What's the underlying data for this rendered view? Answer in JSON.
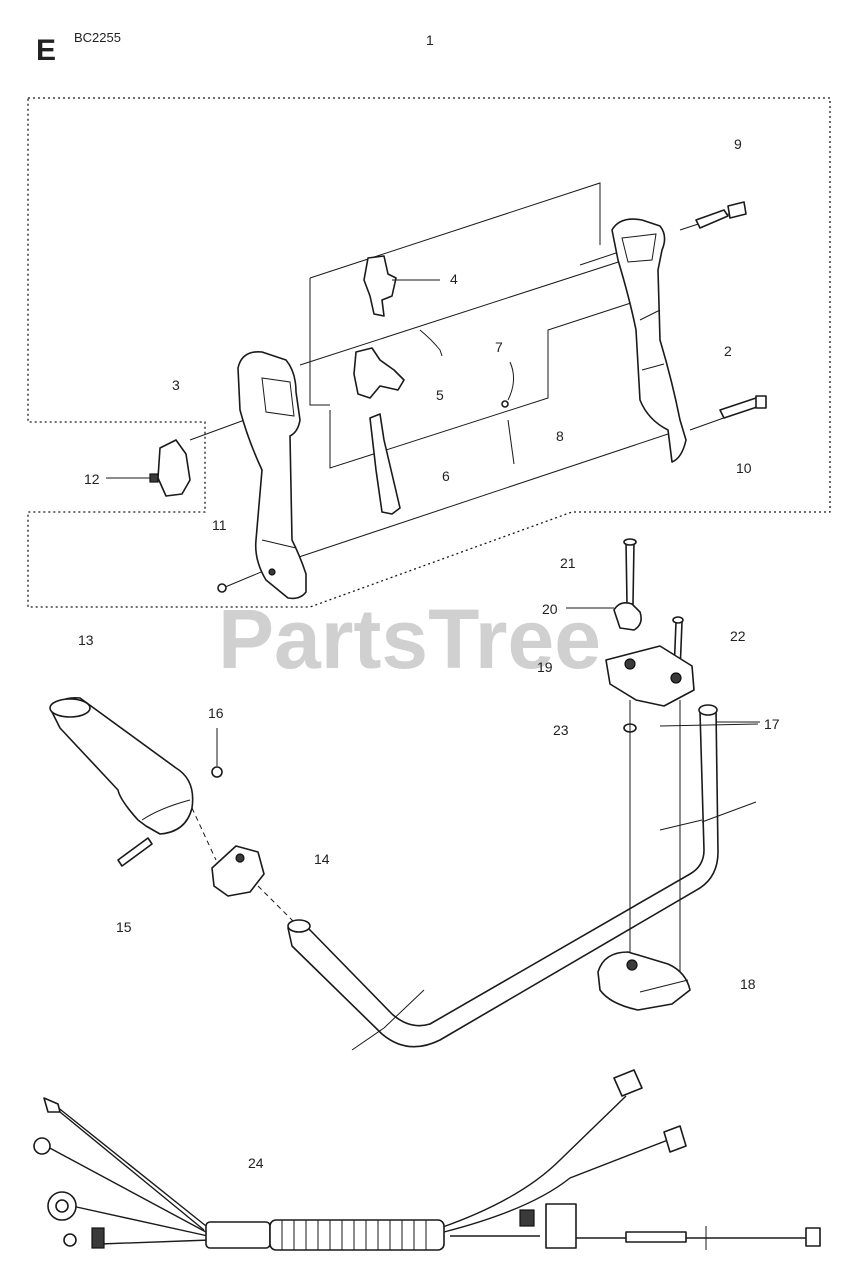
{
  "section_letter": "E",
  "model_code": "BC2255",
  "watermark": "PartsTree",
  "callouts": [
    "1",
    "2",
    "3",
    "4",
    "5",
    "6",
    "7",
    "8",
    "9",
    "10",
    "11",
    "12",
    "13",
    "14",
    "15",
    "16",
    "17",
    "18",
    "19",
    "20",
    "21",
    "22",
    "23",
    "24"
  ]
}
